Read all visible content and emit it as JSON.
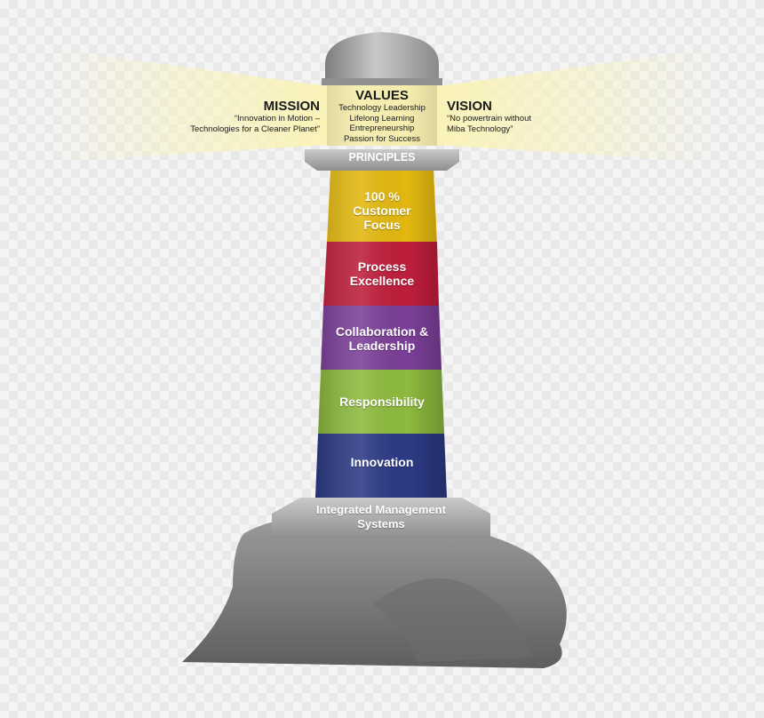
{
  "mission": {
    "title": "MISSION",
    "line1": "“Innovation in Motion –",
    "line2": "Technologies for a Cleaner Planet”"
  },
  "values": {
    "title": "VALUES",
    "items": [
      "Technology Leadership",
      "Lifelong Learning",
      "Entrepreneurship",
      "Passion for Success"
    ]
  },
  "vision": {
    "title": "VISION",
    "line1": "“No powertrain without",
    "line2": "Miba Technology”"
  },
  "principles": "PRINCIPLES",
  "bands": [
    {
      "line1": "100 %",
      "line2": "Customer",
      "line3": "Focus",
      "color": "#e2b80f"
    },
    {
      "line1": "Process",
      "line2": "Excellence",
      "color": "#be1e3b"
    },
    {
      "line1": "Collaboration &",
      "line2": "Leadership",
      "color": "#7b3f98"
    },
    {
      "line1": "Responsibility",
      "color": "#8dba3e"
    },
    {
      "line1": "Innovation",
      "color": "#2d3a85"
    }
  ],
  "base": {
    "line1": "Integrated Management",
    "line2": "Systems"
  },
  "colors": {
    "beam": "#fbf6c2",
    "lantern": "#f7efb0",
    "dome": "#a6a6a6",
    "rock": "#7a7a7a"
  }
}
